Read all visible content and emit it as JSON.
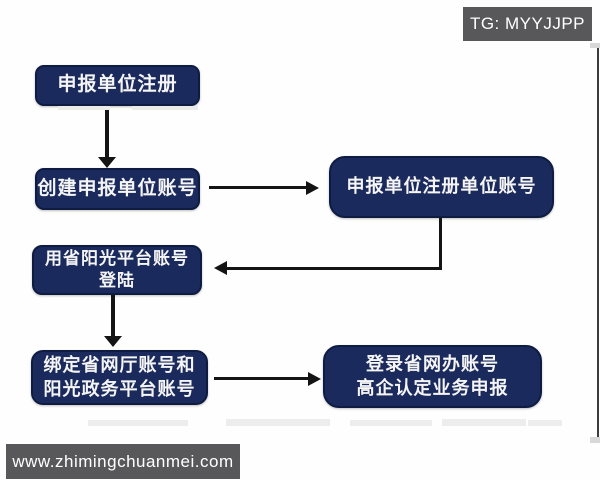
{
  "badge": {
    "label": "TG: MYYJJPP"
  },
  "footer": {
    "label": "www.zhimingchuanmei.com"
  },
  "colors": {
    "box_navy": "#1b2a5c",
    "box_border": "#0e1c42",
    "badge_gray": "#58585a",
    "arrow_black": "#141414",
    "text_white": "#f5f5f5"
  },
  "flowchart": {
    "nodes": [
      {
        "id": "register",
        "lines": [
          "申报单位注册"
        ]
      },
      {
        "id": "create-account",
        "lines": [
          "创建申报单位账号"
        ]
      },
      {
        "id": "registered-unit-account",
        "lines": [
          "申报单位注册单位账号"
        ]
      },
      {
        "id": "sunshine-login",
        "lines": [
          "用省阳光平台账号",
          "登陆"
        ]
      },
      {
        "id": "bind-accounts",
        "lines": [
          "绑定省网厅账号和",
          "阳光政务平台账号"
        ]
      },
      {
        "id": "declare-business",
        "lines": [
          "登录省网办账号",
          "高企认定业务申报"
        ]
      }
    ],
    "edges": [
      "register→create-account",
      "create-account→registered-unit-account",
      "registered-unit-account→sunshine-login",
      "sunshine-login→bind-accounts",
      "bind-accounts→declare-business"
    ]
  }
}
